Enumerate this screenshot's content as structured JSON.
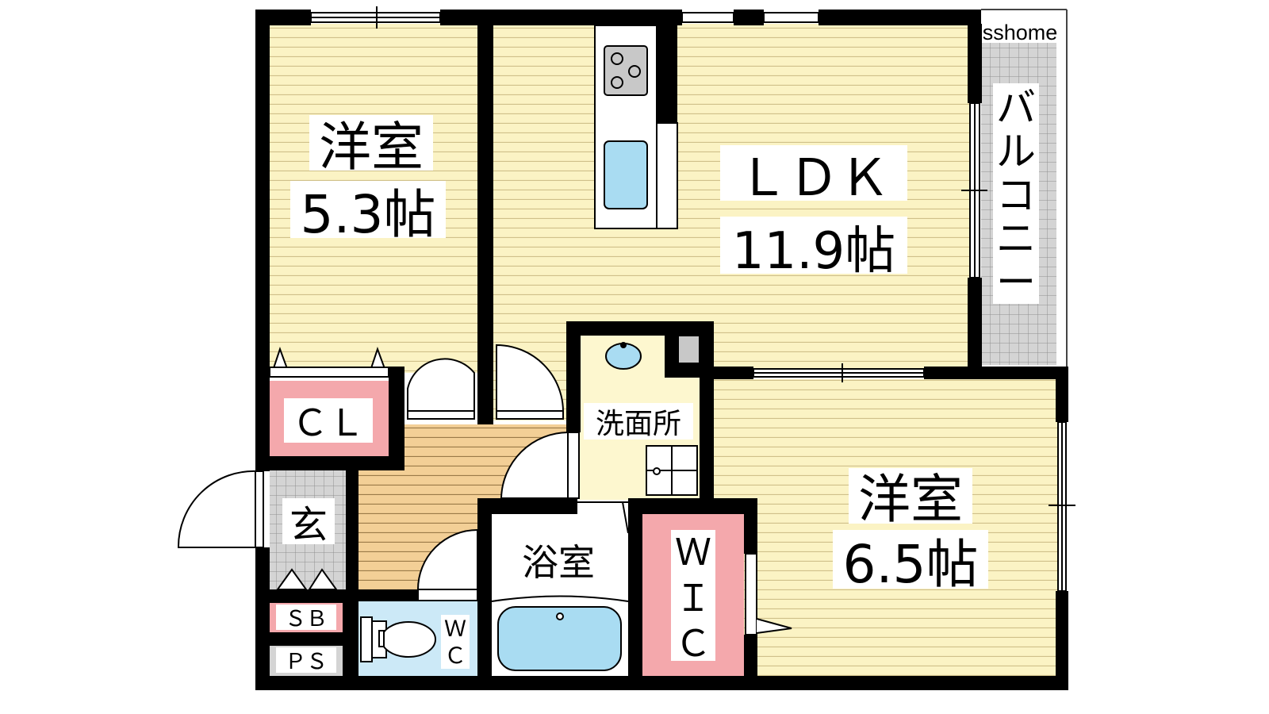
{
  "watermark": "sshome",
  "rooms": {
    "western_room_1": {
      "name": "洋室",
      "size": "5.3帖"
    },
    "ldk": {
      "name": "ＬＤＫ",
      "size": "11.9帖"
    },
    "balcony": {
      "chars": [
        "バ",
        "ル",
        "コ",
        "ニ",
        "ー"
      ]
    },
    "closet": {
      "name": "ＣＬ"
    },
    "entrance": {
      "name": "玄"
    },
    "shoe_box": {
      "name": "ＳＢ"
    },
    "pipe_space": {
      "name": "ＰＳ"
    },
    "washroom": {
      "name": "洗面所"
    },
    "bathroom": {
      "name": "浴室"
    },
    "toilet": {
      "chars": [
        "Ｗ",
        "Ｃ"
      ]
    },
    "walk_in_closet": {
      "chars": [
        "Ｗ",
        "Ｉ",
        "Ｃ"
      ]
    },
    "western_room_2": {
      "name": "洋室",
      "size": "6.5帖"
    }
  },
  "colors": {
    "wall": "#000000",
    "room_floor": "#fbf3c4",
    "floor_line": "#cfc08a",
    "hallway_floor": "#f3cf96",
    "hallway_line": "#9a7a48",
    "closet": "#f4a8ac",
    "wet_area": "#cce9f7",
    "fixture": "#a9dcf2",
    "tile": "#d4d4d4",
    "washroom_floor": "#fdf7cf"
  }
}
